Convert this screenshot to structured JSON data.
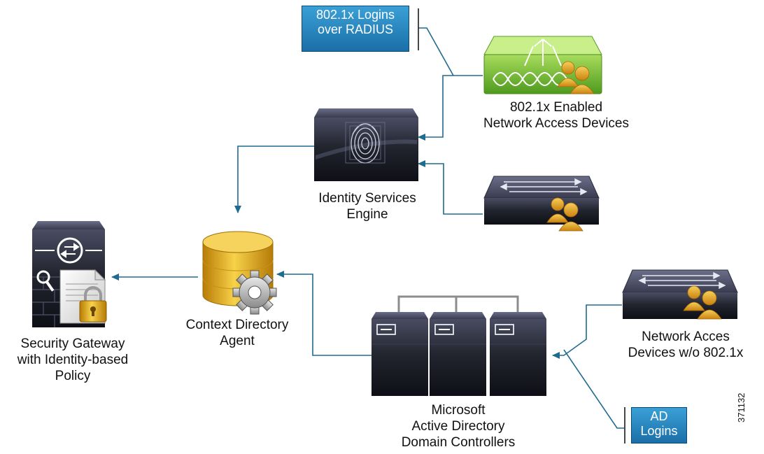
{
  "colors": {
    "connector": "#1f6b8f",
    "callout_top": "#3aa0d6",
    "callout_bottom": "#1b6fa8",
    "device_dark": "#1c1d28",
    "green_device": "#7cc242",
    "database_gold": "#e2a816",
    "user_gold": "#e9a92a"
  },
  "callouts": {
    "radius": [
      "802.1x Logins",
      "over RADIUS"
    ],
    "ad": [
      "AD",
      "Logins"
    ]
  },
  "nodes": {
    "ise": {
      "lines": [
        "Identity Services",
        "Engine"
      ],
      "icon": "fingerprint-server-icon"
    },
    "nad_8021x": {
      "lines": [
        "802.1x Enabled",
        "Network Access Devices"
      ],
      "icon": "green-switch-with-users-icon"
    },
    "nad_switch": {
      "icon": "switch-with-users-icon"
    },
    "cda": {
      "lines": [
        "Context Directory",
        "Agent"
      ],
      "icon": "database-gear-icon"
    },
    "gateway": {
      "lines": [
        "Security Gateway",
        "with Identity-based",
        "Policy"
      ],
      "icon": "firewall-lock-icon"
    },
    "ad_dc": {
      "lines": [
        "Microsoft",
        "Active Directory",
        "Domain Controllers"
      ],
      "icon": "server-cluster-icon"
    },
    "nad_no8021x": {
      "lines": [
        "Network Acces",
        "Devices w/o 802.1x"
      ],
      "icon": "switch-with-users-icon"
    }
  },
  "figure_id": "371132"
}
